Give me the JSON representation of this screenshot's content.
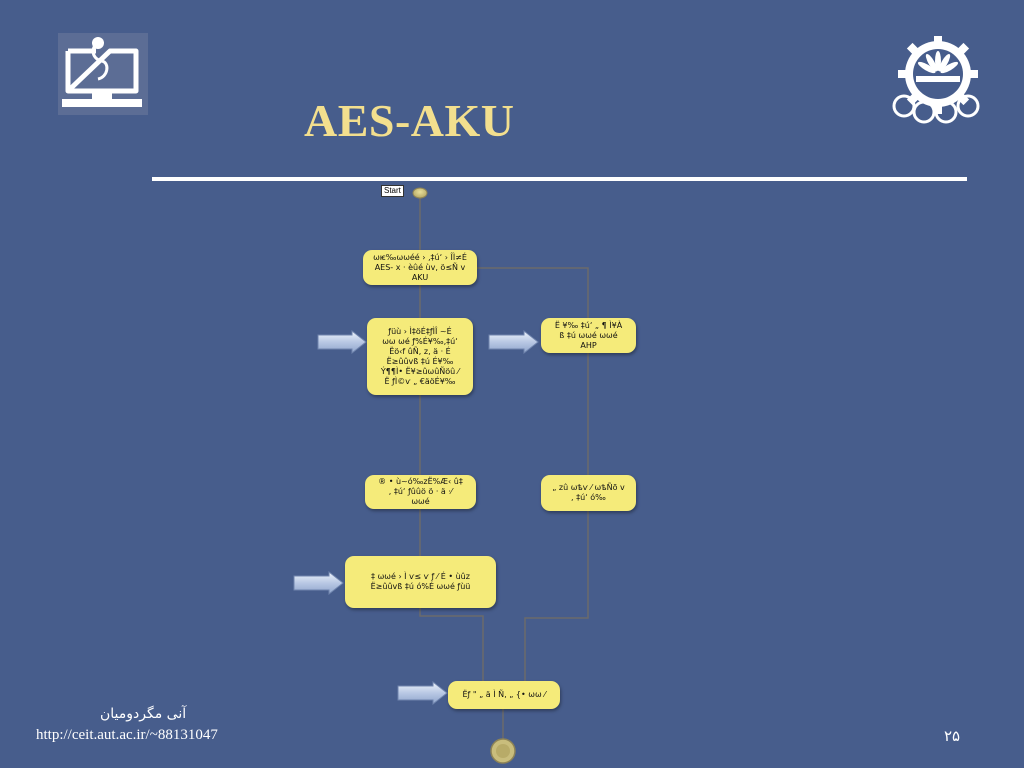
{
  "slide": {
    "title": "AES-AKU",
    "author": "آنی مگردومیان",
    "url": "http://ceit.aut.ac.ir/~88131047",
    "page_number": "۲۵"
  },
  "colors": {
    "background": "#475d8c",
    "title": "#f3df8e",
    "node_fill": "#f5eb7a",
    "connector": "#6b6b6b",
    "arrow_fill": "#c5d3ea"
  },
  "diagram": {
    "start_label": "Start",
    "nodes": [
      {
        "id": "n1",
        "text": "ѡѥ‰ѡѡéé › ‚‡ú‘ › ÎÌ≠É\nAES- x · èûé ùv, ö≤Ñ v\nAKU"
      },
      {
        "id": "n2",
        "text": "ƒüù › Ì‡öÉ‡ƒÌÎ ~É\nѡѡ ѡé ƒ%É¥‰‚‡ú‘\nËö‹f ûÑ, z, ä · É\nË≥ûûvß ‡ú É¥‰\nÝ¶¶Ì• Ë¥≥ûѡûÑöû ⁄\nË ƒÌ©ѵ „ €äöÉ¥‰"
      },
      {
        "id": "n3",
        "text": "Ë ¥‰ ‡ú‘ „ ¶ Ì¥À\nß ‡ú ѡѡé ѡѡé\nAHP"
      },
      {
        "id": "n4",
        "text": "® • ù~ó‰zË%Æ‹ û‡\n, ‡ú‘ ƒûûö ö · ä ·⁄\nѡѡé"
      },
      {
        "id": "n5",
        "text": "„ zû ѡѣѵ ⁄ ѡѣÑõ v\n, ‡ú‘ ó‰"
      },
      {
        "id": "n6",
        "text": "‡ ѡѡé › Ì ѵ≤ ѵ ƒ ⁄ É • ùûz\nË≥ûûvß ‡ú ó%É ѡѡé ƒùü"
      },
      {
        "id": "n7",
        "text": "Ëƒ \" „ ä Ì Ñ‚ „ {• ѡѡ ⁄"
      }
    ]
  }
}
